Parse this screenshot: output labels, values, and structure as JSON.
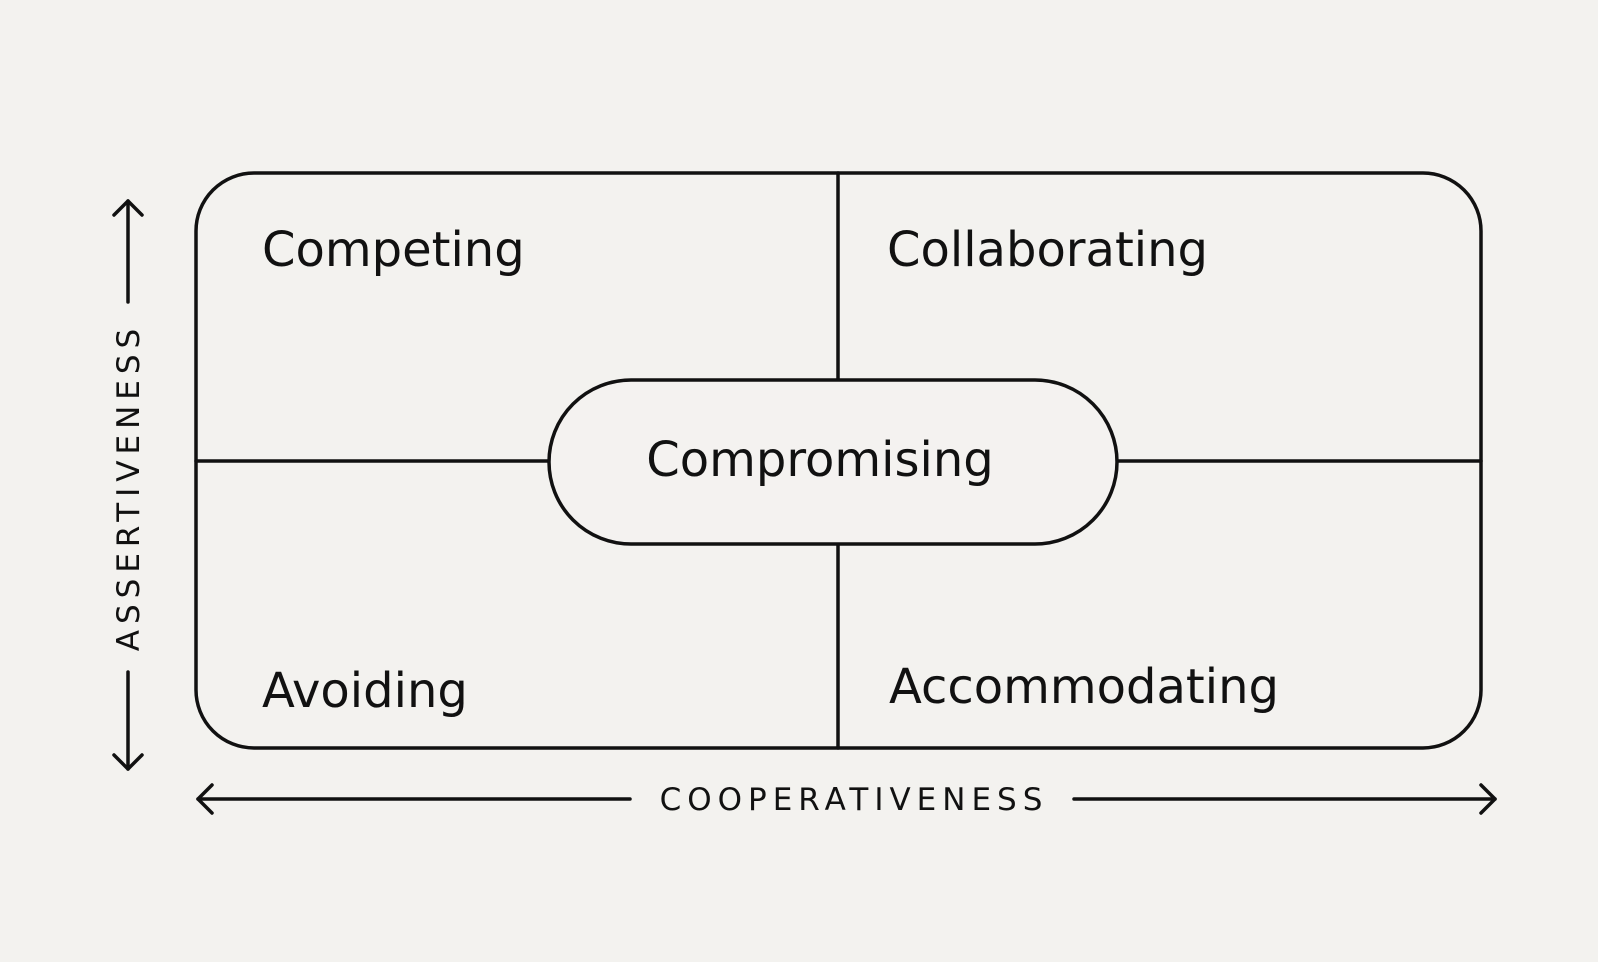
{
  "diagram": {
    "quadrants": {
      "top_left": "Competing",
      "top_right": "Collaborating",
      "bottom_left": "Avoiding",
      "bottom_right": "Accommodating"
    },
    "center": "Compromising",
    "axes": {
      "vertical": "ASSERTIVENESS",
      "horizontal": "COOPERATIVENESS"
    }
  },
  "colors": {
    "background": "#f3f2ef",
    "ink": "#111111",
    "center_fill": "#f4f2f0"
  }
}
